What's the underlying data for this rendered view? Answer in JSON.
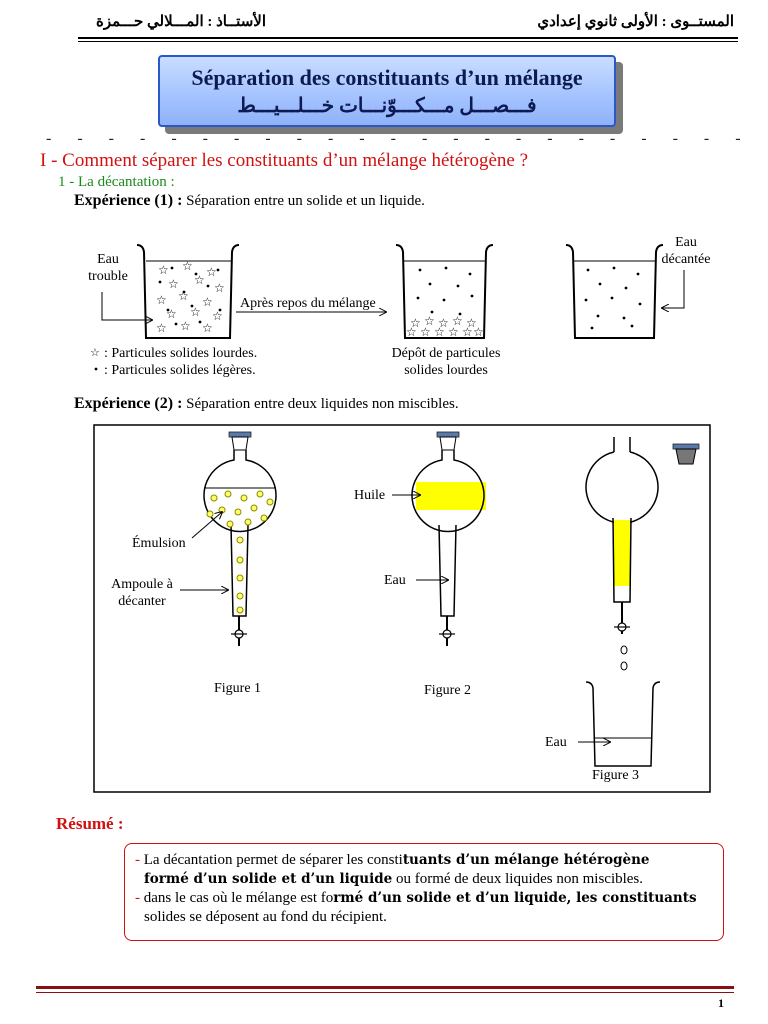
{
  "header": {
    "level": "المستــوى : الأولى ثانوي إعدادي",
    "teacher": "الأستــاذ : المـــلالي حـــمزة"
  },
  "title": {
    "fr": "Séparation des constituants d’un mélange",
    "ar": "فـــصـــل مـــكـــوّنـــات خـــلـــيـــط"
  },
  "dashes": "- - - - - - - - - - - - - - - - - - - - - - - - - - - - -",
  "section1": {
    "title": "I - Comment séparer les constituants d’un mélange hétérogène ?",
    "sub": "1 - La décantation :"
  },
  "exp1": {
    "label": "Expérience (1) :",
    "text": " Séparation entre un solide et un liquide.",
    "eau_trouble_1": "Eau",
    "eau_trouble_2": "trouble",
    "apres_repos": "Après repos du mélange",
    "depot_1": "Dépôt de particules",
    "depot_2": "solides lourdes",
    "eau_decantee_1": "Eau",
    "eau_decantee_2": "décantée",
    "legend_heavy": ": Particules solides lourdes.",
    "legend_light": ": Particules solides légères."
  },
  "exp2": {
    "label": "Expérience (2) :",
    "text": " Séparation entre deux liquides non miscibles.",
    "emulsion": "Émulsion",
    "ampoule_1": "Ampoule à",
    "ampoule_2": "décanter",
    "huile": "Huile",
    "eau_fig2": "Eau",
    "eau_fig3": "Eau",
    "fig1": "Figure 1",
    "fig2": "Figure 2",
    "fig3": "Figure 3"
  },
  "resume": {
    "title": "Résumé :",
    "l1a": "La décantation permet de séparer les consti",
    "l1b": "tuants d’un mélange hétérogène",
    "l2a": "formé d’un solide et d’un liquide",
    "l2b": " ou formé de deux liquides non miscibles.",
    "l3a": "dans le cas où le mélange est fo",
    "l3b": "rmé d’un solide et d’un liquide, les constituants",
    "l4": "solides se déposent au fond du récipient."
  },
  "colors": {
    "oil": "#ffff00",
    "red": "#d21010",
    "green": "#1a8a1a",
    "title_blue": "#2b57c9"
  },
  "page_number": "1"
}
